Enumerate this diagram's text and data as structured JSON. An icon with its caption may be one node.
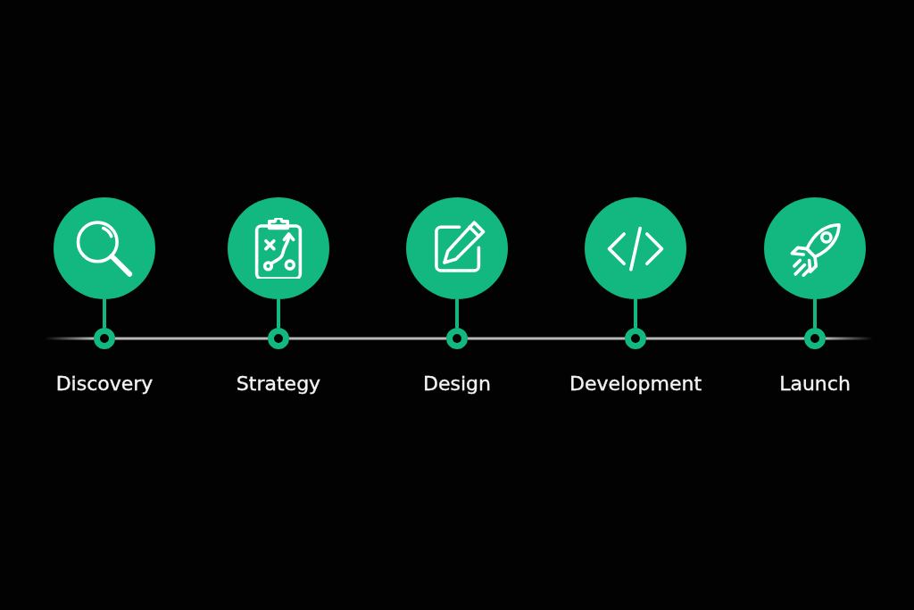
{
  "diagram": {
    "nodes": [
      {
        "text": [],
        "shape": "circle"
      },
      {
        "text": [],
        "shape": "circle"
      },
      {
        "text": [],
        "shape": "circle"
      },
      {
        "text": [],
        "shape": "circle"
      },
      {
        "text": [],
        "shape": "circle"
      },
      {
        "text": [],
        "shape": "circle",
        "beside": [
          "Discovery"
        ]
      },
      {
        "text": [],
        "shape": "circle",
        "beside": [
          "Strategy"
        ]
      },
      {
        "text": [],
        "shape": "circle",
        "beside": [
          "Design"
        ]
      },
      {
        "text": [],
        "shape": "circle",
        "beside": [
          "Development"
        ]
      },
      {
        "text": [],
        "shape": "circle",
        "beside": [
          "Launch"
        ]
      }
    ],
    "edges": [
      {
        "from": 0,
        "to": 5,
        "arrow": "none"
      },
      {
        "from": 1,
        "to": 6,
        "arrow": "none"
      },
      {
        "from": 2,
        "to": 7,
        "arrow": "none"
      },
      {
        "from": 3,
        "to": 8,
        "arrow": "none"
      },
      {
        "from": 4,
        "to": 9,
        "arrow": "none"
      },
      {
        "from": 5,
        "to": 6,
        "arrow": "none",
        "color": "#b8b8b8"
      },
      {
        "from": 6,
        "to": 7,
        "arrow": "none",
        "color": "#b8b8b8"
      },
      {
        "from": 7,
        "to": 8,
        "arrow": "none",
        "color": "#b8b8b8"
      },
      {
        "from": 8,
        "to": 9,
        "arrow": "none",
        "color": "#b8b8b8"
      }
    ]
  }
}
